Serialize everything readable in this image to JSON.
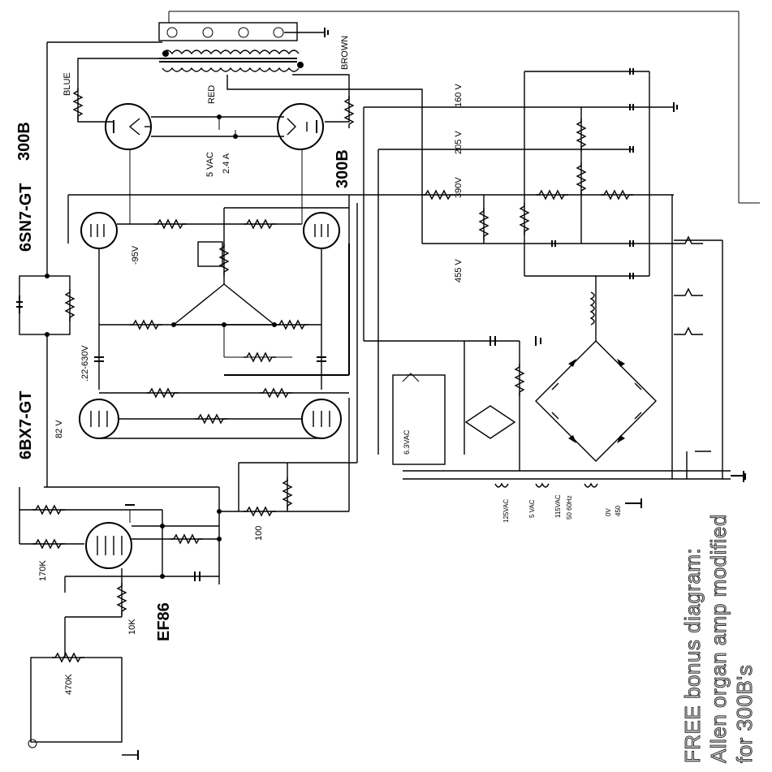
{
  "tubes": {
    "output_label_top": "300B",
    "output_label_bottom": "300B",
    "driver_label": "6SN7-GT",
    "phase_label": "6BX7-GT",
    "input_label": "EF86"
  },
  "voltages": {
    "v160": "160 V",
    "v205": "205 V",
    "v390": "390V",
    "v455": "455 V",
    "vneg95": "-95V",
    "v82": "82 V",
    "filament_v": "5 VAC",
    "filament_a": "2.4 A",
    "cap_rating": ".22-630V",
    "heater_ac": "6.3VAC"
  },
  "wire_colors": {
    "blue": "BLUE",
    "red": "RED",
    "brown": "BROWN"
  },
  "resistors": {
    "r170k": "170K",
    "r10k": "10K",
    "r470k": "470K",
    "r100": "100"
  },
  "transformer_taps": {
    "t1": "125VAC",
    "t2": "5 VAC",
    "t3": "115VAC",
    "t4": "50 60Hz",
    "t5": "0V",
    "t6": "450"
  },
  "caption": {
    "line1": "FREE bonus diagram:",
    "line2": "Allen organ amp modified",
    "line3": "for 300B's"
  }
}
